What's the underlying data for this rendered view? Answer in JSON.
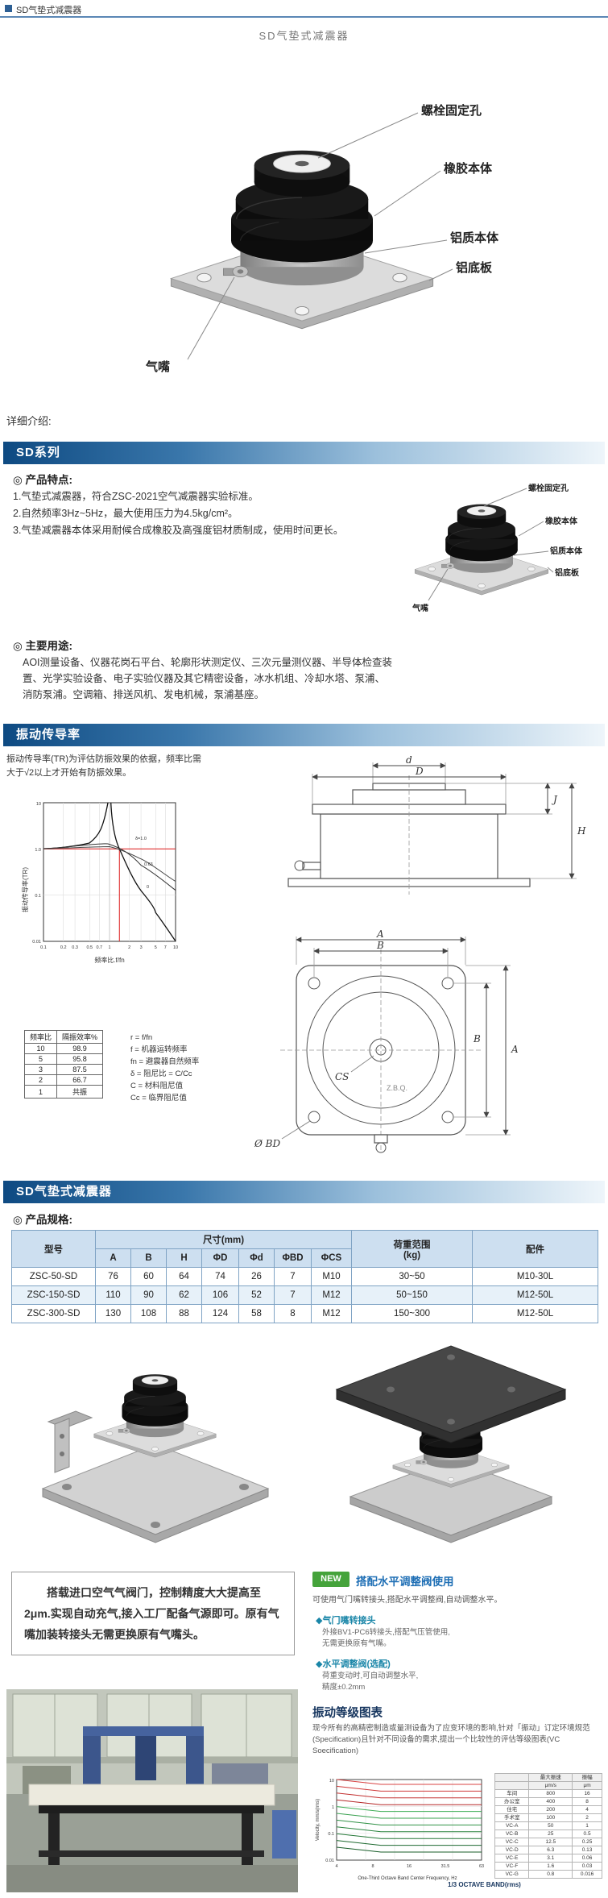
{
  "header": {
    "site_title": "SD气垫式减震器"
  },
  "page_title": "SD气垫式减震器",
  "intro_label": "详细介绍:",
  "hero": {
    "labels": {
      "bolt_hole": "螺栓固定孔",
      "rubber_body": "橡胶本体",
      "aluminum_body": "铝质本体",
      "aluminum_base": "铝底板",
      "air_nozzle": "气嘴"
    }
  },
  "series": {
    "banner": "SD系列",
    "features_title": "◎ 产品特点:",
    "features": [
      "1.气垫式减震器，符合ZSC-2021空气减震器实验标准。",
      "2.自然频率3Hz~5Hz，最大使用压力为4.5kg/cm²。",
      "3.气垫减震器本体采用耐候合成橡胶及高强度铝材质制成，使用时间更长。"
    ],
    "uses_title": "◎ 主要用途:",
    "uses_text": "AOI测量设备、仪器花岗石平台、轮廓形状测定仪、三次元量测仪器、半导体检查装置、光学实验设备、电子实验仪器及其它精密设备，冰水机组、冷却水塔、泵浦、消防泵浦。空调箱、排送风机、发电机械，泵浦基座。"
  },
  "transmissibility": {
    "banner": "振动传导率",
    "intro": "振动传导率(TR)为评估防振效果的依据，频率比需大于√2以上才开始有防振效果。",
    "chart": {
      "type": "line",
      "x_label": "频率比.f/fn",
      "y_label": "振动传导率(TR)",
      "x_ticks": [
        "0.1",
        "0.2",
        "0.3",
        "0.5",
        "0.7",
        "1",
        "2",
        "3",
        "5",
        "7",
        "10"
      ],
      "y_ticks": [
        "10",
        "1.0",
        "0.1",
        "0.01"
      ],
      "annotations": [
        "δ=1.0",
        "0.63",
        "0"
      ]
    },
    "ratio_table": {
      "headers": [
        "频率比",
        "隔振效率%"
      ],
      "rows": [
        [
          "10",
          "98.9"
        ],
        [
          "5",
          "95.8"
        ],
        [
          "3",
          "87.5"
        ],
        [
          "2",
          "66.7"
        ],
        [
          "1",
          "共振"
        ]
      ]
    },
    "legend": [
      "r = f/fn",
      "f = 机器运转频率",
      "fn = 避震器自然频率",
      "δ = 阻尼比 = C/Cc",
      "C = 材料阻尼值",
      "Cc = 临界阻尼值"
    ]
  },
  "drawings": {
    "side": {
      "d": "d",
      "D": "D",
      "J": "J",
      "H": "H"
    },
    "top": {
      "A": "A",
      "B": "B",
      "cs": "CS",
      "bd": "Ø BD",
      "watermark": "Z.B.Q."
    }
  },
  "specs": {
    "banner": "SD气垫式减震器",
    "title": "◎ 产品规格:",
    "table": {
      "model_header": "型号",
      "size_header": "尺寸(mm)",
      "size_cols": [
        "A",
        "B",
        "H",
        "ΦD",
        "Φd",
        "ΦBD",
        "ΦCS"
      ],
      "load_header": "荷重范围",
      "load_unit": "(kg)",
      "accessory_header": "配件",
      "rows": [
        {
          "model": "ZSC-50-SD",
          "a": "76",
          "b": "60",
          "h": "64",
          "fd": "74",
          "fdd": "26",
          "fbd": "7",
          "fcs": "M10",
          "load": "30~50",
          "acc": "M10-30L"
        },
        {
          "model": "ZSC-150-SD",
          "a": "110",
          "b": "90",
          "h": "62",
          "fd": "106",
          "fdd": "52",
          "fbd": "7",
          "fcs": "M12",
          "load": "50~150",
          "acc": "M12-50L"
        },
        {
          "model": "ZSC-300-SD",
          "a": "130",
          "b": "108",
          "h": "88",
          "fd": "124",
          "fdd": "58",
          "fbd": "8",
          "fcs": "M12",
          "load": "150~300",
          "acc": "M12-50L"
        }
      ]
    }
  },
  "valve_note": "搭载进口空气气阀门，控制精度大大提高至2μm.实现自动充气,接入工厂配备气源即可。原有气嘴加装转接头无需更换原有气嘴头。",
  "leveling": {
    "badge": "NEW",
    "title": "搭配水平调整阀使用",
    "subtitle": "可使用气门嘴转接头,搭配水平调整阀,自动调整水平。",
    "items": [
      {
        "title": "◆气门嘴转接头",
        "lines": [
          "外接BV1-PC6转接头,搭配气压管使用,",
          "无需更换原有气嘴。"
        ]
      },
      {
        "title": "◆水平调整阀(选配)",
        "lines": [
          "荷重变动时,可自动调整水平,",
          "精度±0.2mm"
        ]
      }
    ]
  },
  "vc": {
    "title": "振动等级图表",
    "intro": "现今所有的高精密制造或量测设备为了应变环境的影响,针对「振动」订定环境规范(Specification)且针对不同设备的需求,提出一个比较性的评估等级图表(VC Soecification)",
    "chart": {
      "type": "line",
      "x_label": "One-Third Octave Band Center Frequency, Hz",
      "y_label": "Velocity, mm/s(rms)",
      "x_ticks": [
        "4",
        "8",
        "16",
        "31.5",
        "63"
      ],
      "y_ticks": [
        "10",
        "1",
        "0.1",
        "0.01"
      ],
      "caption": "1/3 OCTAVE BAND(rms)"
    },
    "table": {
      "headers": [
        "",
        "最大振速",
        "振幅"
      ],
      "units": [
        "",
        "μm/s",
        "μm"
      ],
      "rows": [
        [
          "车间",
          "800",
          "16"
        ],
        [
          "办公室",
          "400",
          "8"
        ],
        [
          "住宅",
          "200",
          "4"
        ],
        [
          "手术室",
          "100",
          "2"
        ],
        [
          "VC-A",
          "50",
          "1"
        ],
        [
          "VC-B",
          "25",
          "0.5"
        ],
        [
          "VC-C",
          "12.5",
          "0.25"
        ],
        [
          "VC-D",
          "6.3",
          "0.13"
        ],
        [
          "VC-E",
          "3.1",
          "0.06"
        ],
        [
          "VC-F",
          "1.6",
          "0.03"
        ],
        [
          "VC-G",
          "0.8",
          "0.016"
        ]
      ]
    }
  }
}
